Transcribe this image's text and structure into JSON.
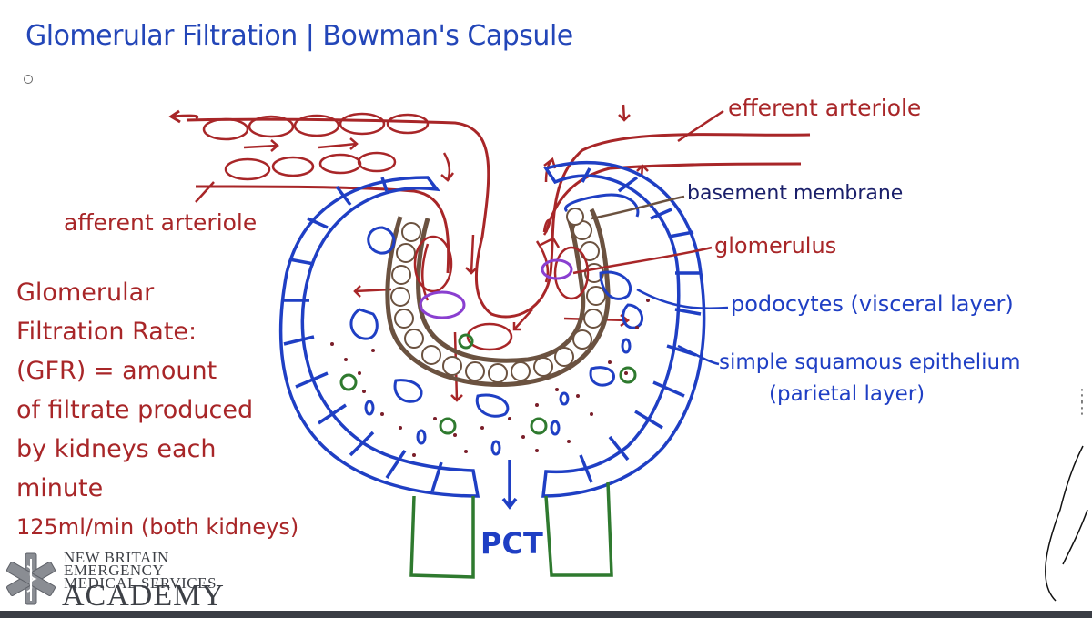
{
  "title": "Glomerular Filtration | Bowman's Capsule",
  "labels": {
    "efferent": "efferent arteriole",
    "afferent": "afferent arteriole",
    "basement": "basement membrane",
    "glomerulus": "glomerulus",
    "podocytes": "podocytes (visceral layer)",
    "simple_line1": "simple squamous epithelium",
    "simple_line2": "(parietal layer)",
    "pct": "PCT"
  },
  "gfr_text": [
    "Glomerular",
    "Filtration Rate:",
    "(GFR) = amount",
    "of filtrate produced",
    "by kidneys each",
    "minute",
    "125ml/min (both kidneys)"
  ],
  "logo": {
    "line1": "NEW BRITAIN",
    "line2": "EMERGENCY",
    "line3": "MEDICAL SERVICES",
    "line4": "ACADEMY"
  },
  "colors": {
    "red": "#a82628",
    "blue": "#1f3fc4",
    "brown": "#6b5240",
    "green": "#2f7a2f",
    "purple": "#8a3fd0"
  }
}
